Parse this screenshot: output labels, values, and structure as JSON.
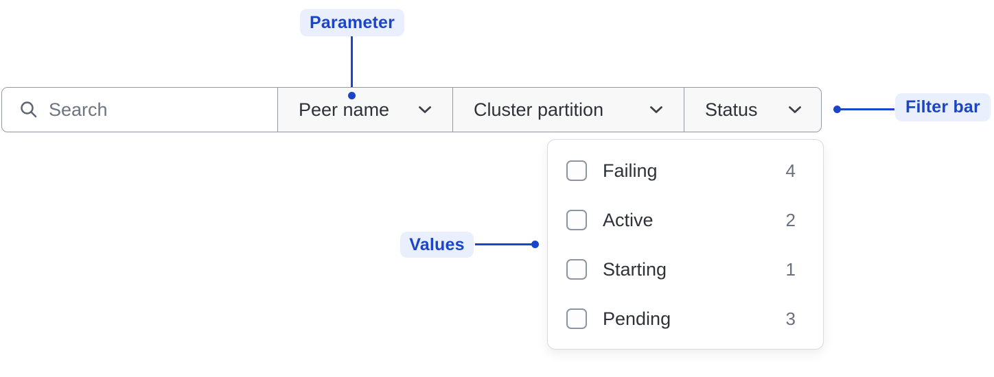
{
  "annotations": {
    "parameter": {
      "text": "Parameter"
    },
    "filter_bar": {
      "text": "Filter bar"
    },
    "values": {
      "text": "Values"
    },
    "accent_color": "#1b45c9",
    "badge_bg_color": "#e9effc"
  },
  "filter_bar": {
    "search": {
      "placeholder": "Search",
      "value": "",
      "icon": "search-icon"
    },
    "dropdowns": [
      {
        "label": "Peer name",
        "icon": "chevron-down-icon"
      },
      {
        "label": "Cluster partition",
        "icon": "chevron-down-icon"
      },
      {
        "label": "Status",
        "icon": "chevron-down-icon",
        "expanded": true
      }
    ]
  },
  "status_dropdown": {
    "options": [
      {
        "label": "Failing",
        "count": "4",
        "checked": false
      },
      {
        "label": "Active",
        "count": "2",
        "checked": false
      },
      {
        "label": "Starting",
        "count": "1",
        "checked": false
      },
      {
        "label": "Pending",
        "count": "3",
        "checked": false
      }
    ]
  }
}
